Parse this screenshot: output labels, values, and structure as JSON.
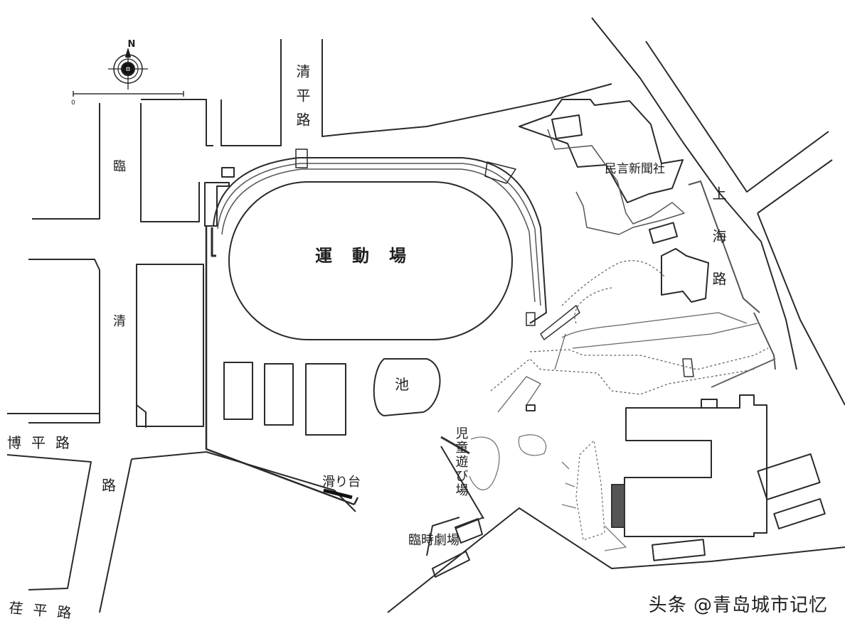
{
  "labels": {
    "compass_north": "N",
    "scale_zero": "0",
    "scale_end": "",
    "street_qingping": "清平路",
    "street_lin": "臨",
    "street_qing": "清",
    "street_boping": "博平路",
    "street_lu": "路",
    "street_wangping": "荏平路",
    "street_shanghai": "上海路",
    "stadium": "運動場",
    "newspaper": "民言新聞社",
    "pond": "池",
    "playground": "児童遊び場",
    "slide": "滑り台",
    "theater": "臨時劇場"
  },
  "watermark": {
    "text": "头条 @青岛城市记忆"
  },
  "colors": {
    "line": "#2a2a2a",
    "light_line": "#6a6a6a",
    "background": "#ffffff"
  },
  "icons": [
    "compass-icon"
  ]
}
